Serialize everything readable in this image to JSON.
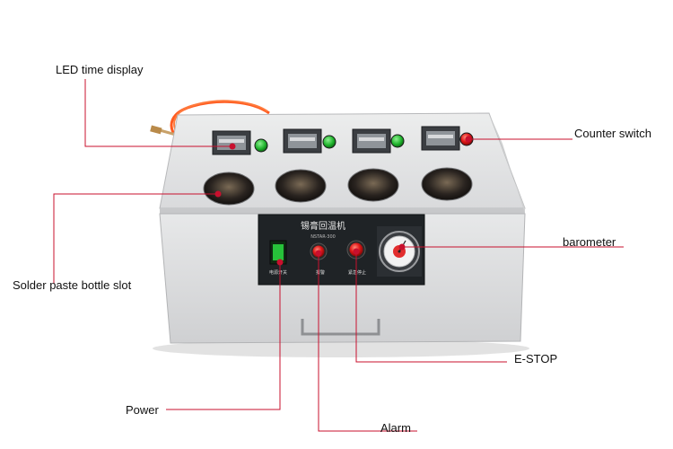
{
  "labels": {
    "led_time_display": "LED time display",
    "counter_switch": "Counter switch",
    "solder_paste_bottle_slot": "Solder paste bottle slot",
    "barometer": "barometer",
    "e_stop": "E-STOP",
    "power": "Power",
    "alarm": "Alarm"
  },
  "panel": {
    "machine_name": "锡膏回温机",
    "model": "NSTAR-300",
    "power_label": "电源开关",
    "alarm_label": "报警",
    "estop_label": "紧急停止"
  },
  "colors": {
    "callout_line": "#c8102e",
    "body": "#e4e5e7",
    "panel": "#1f2326",
    "indicator_green": "#1fb32c",
    "indicator_red": "#e01818",
    "cable": "#ff5a1f"
  }
}
